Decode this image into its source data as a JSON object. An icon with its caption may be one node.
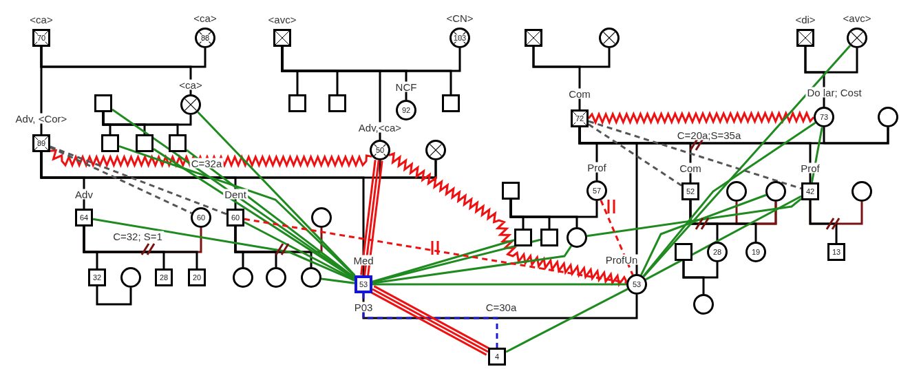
{
  "diagram": {
    "nodes": [
      {
        "text": [
          "70"
        ],
        "beside": [
          "<ca>"
        ]
      },
      {
        "text": [
          "88"
        ],
        "beside": [
          "<ca>"
        ]
      },
      {
        "text": [],
        "shape": "box",
        "beside": [
          "<avc>"
        ]
      },
      {
        "text": [
          "103"
        ],
        "beside": [
          "<CN>"
        ]
      },
      {
        "text": [],
        "shape": "box"
      },
      {
        "text": [],
        "shape": "circle"
      },
      {
        "text": [],
        "shape": "box",
        "beside": [
          "<di>"
        ]
      },
      {
        "text": [],
        "shape": "circle",
        "beside": [
          "<avc>"
        ]
      },
      {
        "text": [],
        "shape": "box"
      },
      {
        "text": [],
        "shape": "circle",
        "beside": [
          "<ca>"
        ]
      },
      {
        "text": [],
        "shape": "box"
      },
      {
        "text": [],
        "shape": "box"
      },
      {
        "text": [
          "92"
        ],
        "beside": [
          "NCF"
        ]
      },
      {
        "text": [],
        "shape": "box"
      },
      {
        "text": [
          "89"
        ],
        "beside": [
          "Adv, <Cor>"
        ]
      },
      {
        "text": [],
        "shape": "box"
      },
      {
        "text": [],
        "shape": "box"
      },
      {
        "text": [],
        "shape": "box"
      },
      {
        "text": [
          "50"
        ],
        "beside": [
          "Adv,<ca>"
        ]
      },
      {
        "text": [],
        "shape": "circle"
      },
      {
        "text": [
          "72"
        ],
        "beside": [
          "Com"
        ]
      },
      {
        "text": [
          "73"
        ],
        "beside": [
          "Do lar; Cost"
        ]
      },
      {
        "text": [],
        "shape": "circle"
      },
      {
        "text": [
          "64"
        ],
        "beside": [
          "Adv"
        ]
      },
      {
        "text": [
          "60"
        ]
      },
      {
        "text": [
          "60"
        ],
        "beside": [
          "Dent"
        ]
      },
      {
        "text": [],
        "shape": "circle"
      },
      {
        "text": [],
        "shape": "box"
      },
      {
        "text": [
          "57"
        ],
        "beside": [
          "Prof"
        ]
      },
      {
        "text": [
          "52"
        ],
        "beside": [
          "Com"
        ]
      },
      {
        "text": [],
        "shape": "circle"
      },
      {
        "text": [],
        "shape": "circle"
      },
      {
        "text": [
          "42"
        ],
        "beside": [
          "Prof"
        ]
      },
      {
        "text": [],
        "shape": "circle"
      },
      {
        "text": [],
        "shape": "box"
      },
      {
        "text": [],
        "shape": "box"
      },
      {
        "text": [],
        "shape": "circle"
      },
      {
        "text": [
          "32"
        ]
      },
      {
        "text": [],
        "shape": "circle"
      },
      {
        "text": [
          "28"
        ]
      },
      {
        "text": [
          "20"
        ]
      },
      {
        "text": [],
        "shape": "circle"
      },
      {
        "text": [],
        "shape": "circle"
      },
      {
        "text": [],
        "shape": "circle"
      },
      {
        "text": [
          "53"
        ],
        "beside": [
          "Med",
          "P03"
        ]
      },
      {
        "text": [
          "53"
        ],
        "beside": [
          "ProfUn"
        ]
      },
      {
        "text": [],
        "shape": "box"
      },
      {
        "text": [
          "28"
        ]
      },
      {
        "text": [
          "19"
        ]
      },
      {
        "text": [
          "13"
        ]
      },
      {
        "text": [],
        "shape": "circle"
      },
      {
        "text": [
          "4"
        ]
      }
    ],
    "edges": [
      {
        "from": 0,
        "to": 1,
        "arrow": "none"
      },
      {
        "from": 2,
        "to": 3,
        "arrow": "none"
      },
      {
        "from": 4,
        "to": 5,
        "arrow": "none"
      },
      {
        "from": 6,
        "to": 7,
        "arrow": "none"
      },
      {
        "from": 8,
        "to": 9,
        "arrow": "none"
      },
      {
        "from": 14,
        "to": 19,
        "arrow": "none",
        "label": "C=32a"
      },
      {
        "from": 18,
        "to": 19,
        "arrow": "none"
      },
      {
        "from": 20,
        "to": 22,
        "arrow": "none",
        "label": "C=20a;S=35a"
      },
      {
        "from": 21,
        "to": 22,
        "arrow": "none"
      },
      {
        "from": 23,
        "to": 24,
        "arrow": "none",
        "label": "C=32; S=1",
        "color": "#7a1212"
      },
      {
        "from": 25,
        "to": 26,
        "arrow": "none",
        "color": "#7a1212"
      },
      {
        "from": 27,
        "to": 28,
        "arrow": "none"
      },
      {
        "from": 29,
        "to": 31,
        "arrow": "none",
        "color": "#7a1212"
      },
      {
        "from": 30,
        "to": 31,
        "arrow": "none",
        "color": "#7a1212"
      },
      {
        "from": 32,
        "to": 33,
        "arrow": "none",
        "color": "#7a1212"
      },
      {
        "from": 37,
        "to": 38,
        "arrow": "none"
      },
      {
        "from": 46,
        "to": 47,
        "arrow": "none"
      },
      {
        "from": 44,
        "to": 45,
        "arrow": "none",
        "label": "C=30a"
      },
      {
        "from": 0,
        "to": 14,
        "arrow": "none"
      },
      {
        "from": 0,
        "to": 9,
        "arrow": "none"
      },
      {
        "from": 2,
        "to": 10,
        "arrow": "none"
      },
      {
        "from": 2,
        "to": 11,
        "arrow": "none"
      },
      {
        "from": 2,
        "to": 18,
        "arrow": "none"
      },
      {
        "from": 2,
        "to": 12,
        "arrow": "none"
      },
      {
        "from": 2,
        "to": 13,
        "arrow": "none"
      },
      {
        "from": 4,
        "to": 20,
        "arrow": "none"
      },
      {
        "from": 6,
        "to": 21,
        "arrow": "none"
      },
      {
        "from": 8,
        "to": 15,
        "arrow": "none"
      },
      {
        "from": 8,
        "to": 16,
        "arrow": "none"
      },
      {
        "from": 8,
        "to": 17,
        "arrow": "none"
      },
      {
        "from": 14,
        "to": 23,
        "arrow": "none"
      },
      {
        "from": 14,
        "to": 25,
        "arrow": "none"
      },
      {
        "from": 14,
        "to": 44,
        "arrow": "none"
      },
      {
        "from": 20,
        "to": 28,
        "arrow": "none"
      },
      {
        "from": 20,
        "to": 45,
        "arrow": "none"
      },
      {
        "from": 20,
        "to": 29,
        "arrow": "none"
      },
      {
        "from": 20,
        "to": 32,
        "arrow": "none"
      },
      {
        "from": 27,
        "to": 34,
        "arrow": "none"
      },
      {
        "from": 27,
        "to": 35,
        "arrow": "none"
      },
      {
        "from": 27,
        "to": 36,
        "arrow": "none"
      },
      {
        "from": 23,
        "to": 37,
        "arrow": "none"
      },
      {
        "from": 23,
        "to": 39,
        "arrow": "none"
      },
      {
        "from": 23,
        "to": 40,
        "arrow": "none"
      },
      {
        "from": 25,
        "to": 41,
        "arrow": "none"
      },
      {
        "from": 25,
        "to": 42,
        "arrow": "none"
      },
      {
        "from": 25,
        "to": 43,
        "arrow": "none"
      },
      {
        "from": 29,
        "to": 47,
        "arrow": "none"
      },
      {
        "from": 29,
        "to": 48,
        "arrow": "none"
      },
      {
        "from": 32,
        "to": 49,
        "arrow": "none"
      },
      {
        "from": 46,
        "to": 50,
        "arrow": "none"
      },
      {
        "from": 44,
        "to": 51,
        "arrow": "none",
        "style": "dashed",
        "color": "#1a1ad0"
      },
      {
        "from": 14,
        "to": 18,
        "arrow": "none",
        "color": "#ee1111"
      },
      {
        "from": 20,
        "to": 21,
        "arrow": "none",
        "color": "#ee1111"
      },
      {
        "from": 18,
        "to": 45,
        "arrow": "none",
        "color": "#ee1111"
      },
      {
        "from": 18,
        "to": 44,
        "arrow": "none",
        "color": "#ee1111"
      },
      {
        "from": 44,
        "to": 51,
        "arrow": "none",
        "color": "#ee1111"
      },
      {
        "from": 8,
        "to": 44,
        "arrow": "none",
        "color": "#1f8a1f"
      },
      {
        "from": 9,
        "to": 44,
        "arrow": "none",
        "color": "#1f8a1f"
      },
      {
        "from": 15,
        "to": 44,
        "arrow": "none",
        "color": "#1f8a1f"
      },
      {
        "from": 16,
        "to": 44,
        "arrow": "none",
        "color": "#1f8a1f"
      },
      {
        "from": 17,
        "to": 44,
        "arrow": "none",
        "color": "#1f8a1f"
      },
      {
        "from": 23,
        "to": 44,
        "arrow": "none",
        "color": "#1f8a1f"
      },
      {
        "from": 25,
        "to": 44,
        "arrow": "none",
        "color": "#1f8a1f"
      },
      {
        "from": 43,
        "to": 44,
        "arrow": "none",
        "color": "#1f8a1f"
      },
      {
        "from": 44,
        "to": 34,
        "arrow": "none",
        "color": "#1f8a1f"
      },
      {
        "from": 44,
        "to": 35,
        "arrow": "none",
        "color": "#1f8a1f"
      },
      {
        "from": 44,
        "to": 36,
        "arrow": "none",
        "color": "#1f8a1f"
      },
      {
        "from": 44,
        "to": 45,
        "arrow": "none",
        "color": "#1f8a1f"
      },
      {
        "from": 36,
        "to": 32,
        "arrow": "none",
        "color": "#1f8a1f"
      },
      {
        "from": 45,
        "to": 7,
        "arrow": "none",
        "color": "#1f8a1f"
      },
      {
        "from": 45,
        "to": 21,
        "arrow": "none",
        "color": "#1f8a1f"
      },
      {
        "from": 45,
        "to": 31,
        "arrow": "none",
        "color": "#1f8a1f"
      },
      {
        "from": 45,
        "to": 32,
        "arrow": "none",
        "color": "#1f8a1f"
      },
      {
        "from": 45,
        "to": 51,
        "arrow": "none",
        "color": "#1f8a1f"
      },
      {
        "from": 21,
        "to": 32,
        "arrow": "none",
        "color": "#1f8a1f"
      },
      {
        "from": 14,
        "to": 25,
        "arrow": "none",
        "style": "dashed",
        "color": "#555555"
      },
      {
        "from": 14,
        "to": 24,
        "arrow": "none",
        "style": "dashed",
        "color": "#555555"
      },
      {
        "from": 20,
        "to": 29,
        "arrow": "none",
        "style": "dashed",
        "color": "#555555"
      },
      {
        "from": 20,
        "to": 32,
        "arrow": "none",
        "style": "dashed",
        "color": "#555555"
      },
      {
        "from": 25,
        "to": 45,
        "arrow": "none",
        "style": "dashed",
        "color": "#ee1111"
      },
      {
        "from": 28,
        "to": 45,
        "arrow": "none",
        "style": "dashed",
        "color": "#ee1111"
      }
    ]
  }
}
